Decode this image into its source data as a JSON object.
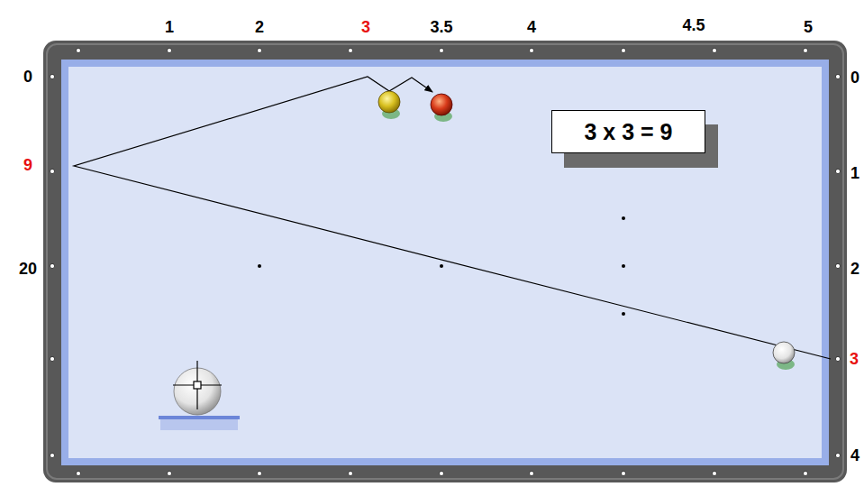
{
  "diagram": {
    "nodes": [
      {
        "text": [
          "3 x 3 = 9"
        ]
      }
    ],
    "labels": [
      "1",
      "2",
      "3",
      "3.5",
      "4",
      "4.5",
      "5",
      "0",
      "9",
      "20",
      "0",
      "1",
      "2",
      "3",
      "4"
    ]
  }
}
